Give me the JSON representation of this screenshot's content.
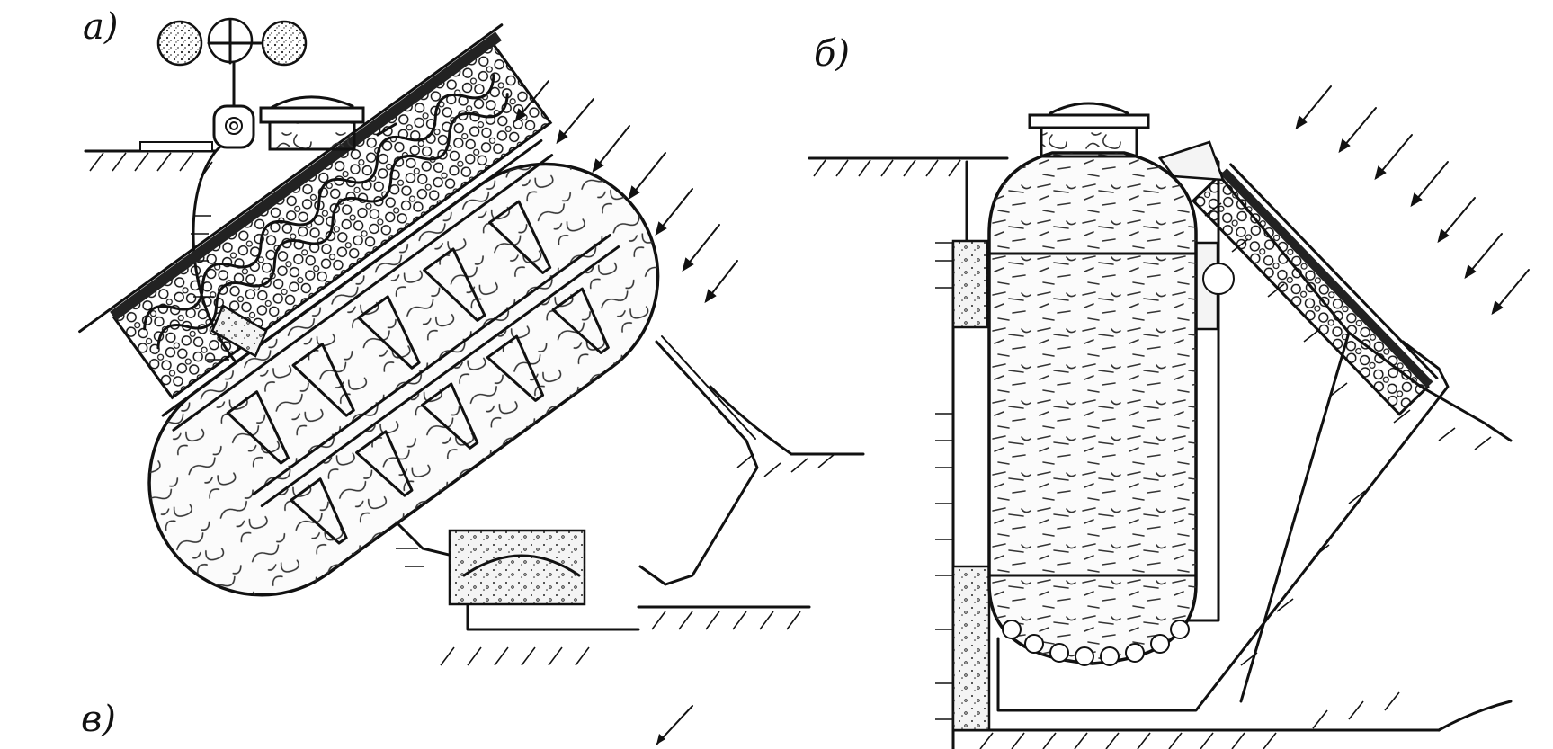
{
  "labels": {
    "a": "а)",
    "b": "б)",
    "c": "в)"
  },
  "colors": {
    "ink": "#111111",
    "paper": "#ffffff"
  }
}
